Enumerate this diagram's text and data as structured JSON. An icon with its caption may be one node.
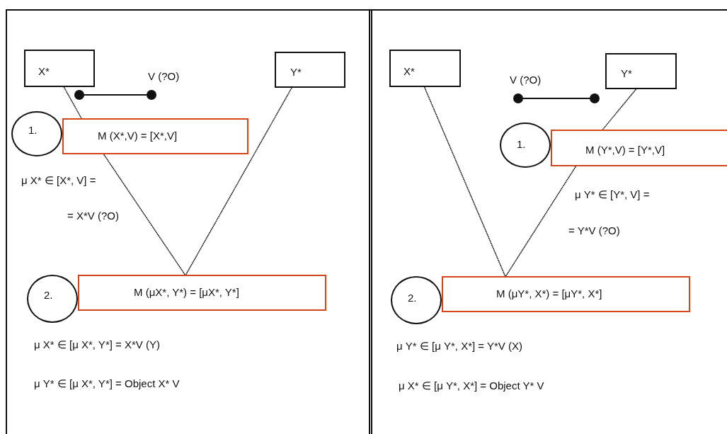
{
  "diagram": {
    "nodes": [
      {
        "text": [
          "X*"
        ]
      },
      {
        "text": [
          "Y*"
        ]
      },
      {
        "text": [
          "1."
        ]
      },
      {
        "text": [
          "M (X*,V) = [X*,V]"
        ]
      },
      {
        "text": [
          "2."
        ]
      },
      {
        "text": [
          "M (μX*, Y*) = [μX*, Y*]"
        ]
      },
      {
        "text": [
          "X*"
        ]
      },
      {
        "text": [
          "Y*"
        ]
      },
      {
        "text": [
          "1."
        ]
      },
      {
        "text": [
          "M (Y*,V) = [Y*,V]"
        ]
      },
      {
        "text": [
          "2."
        ]
      },
      {
        "text": [
          "M (μY*, X*) = [μY*, X*]"
        ]
      }
    ],
    "edges": [
      {
        "from": 0,
        "to": 3,
        "arrow": "none"
      },
      {
        "from": 3,
        "to": 5,
        "arrow": "none"
      },
      {
        "from": 1,
        "to": 5,
        "arrow": "none"
      },
      {
        "from": 6,
        "to": 11,
        "arrow": "none"
      },
      {
        "from": 7,
        "to": 9,
        "arrow": "none"
      },
      {
        "from": 9,
        "to": 11,
        "arrow": "none"
      }
    ],
    "labels": [
      "V (?O)",
      "μ X* ∈ [X*, V] =",
      "= X*V (?O)",
      "μ X* ∈ [μ X*, Y*] = X*V (Y)",
      "μ Y* ∈ [μ X*, Y*] = Object X* V",
      "V (?O)",
      "μ Y* ∈ [Y*, V] =",
      "= Y*V (?O)",
      "μ Y* ∈ [μ Y*, X*] = Y*V (X)",
      "μ X* ∈ [μ Y*, X*] = Object Y* V"
    ]
  }
}
